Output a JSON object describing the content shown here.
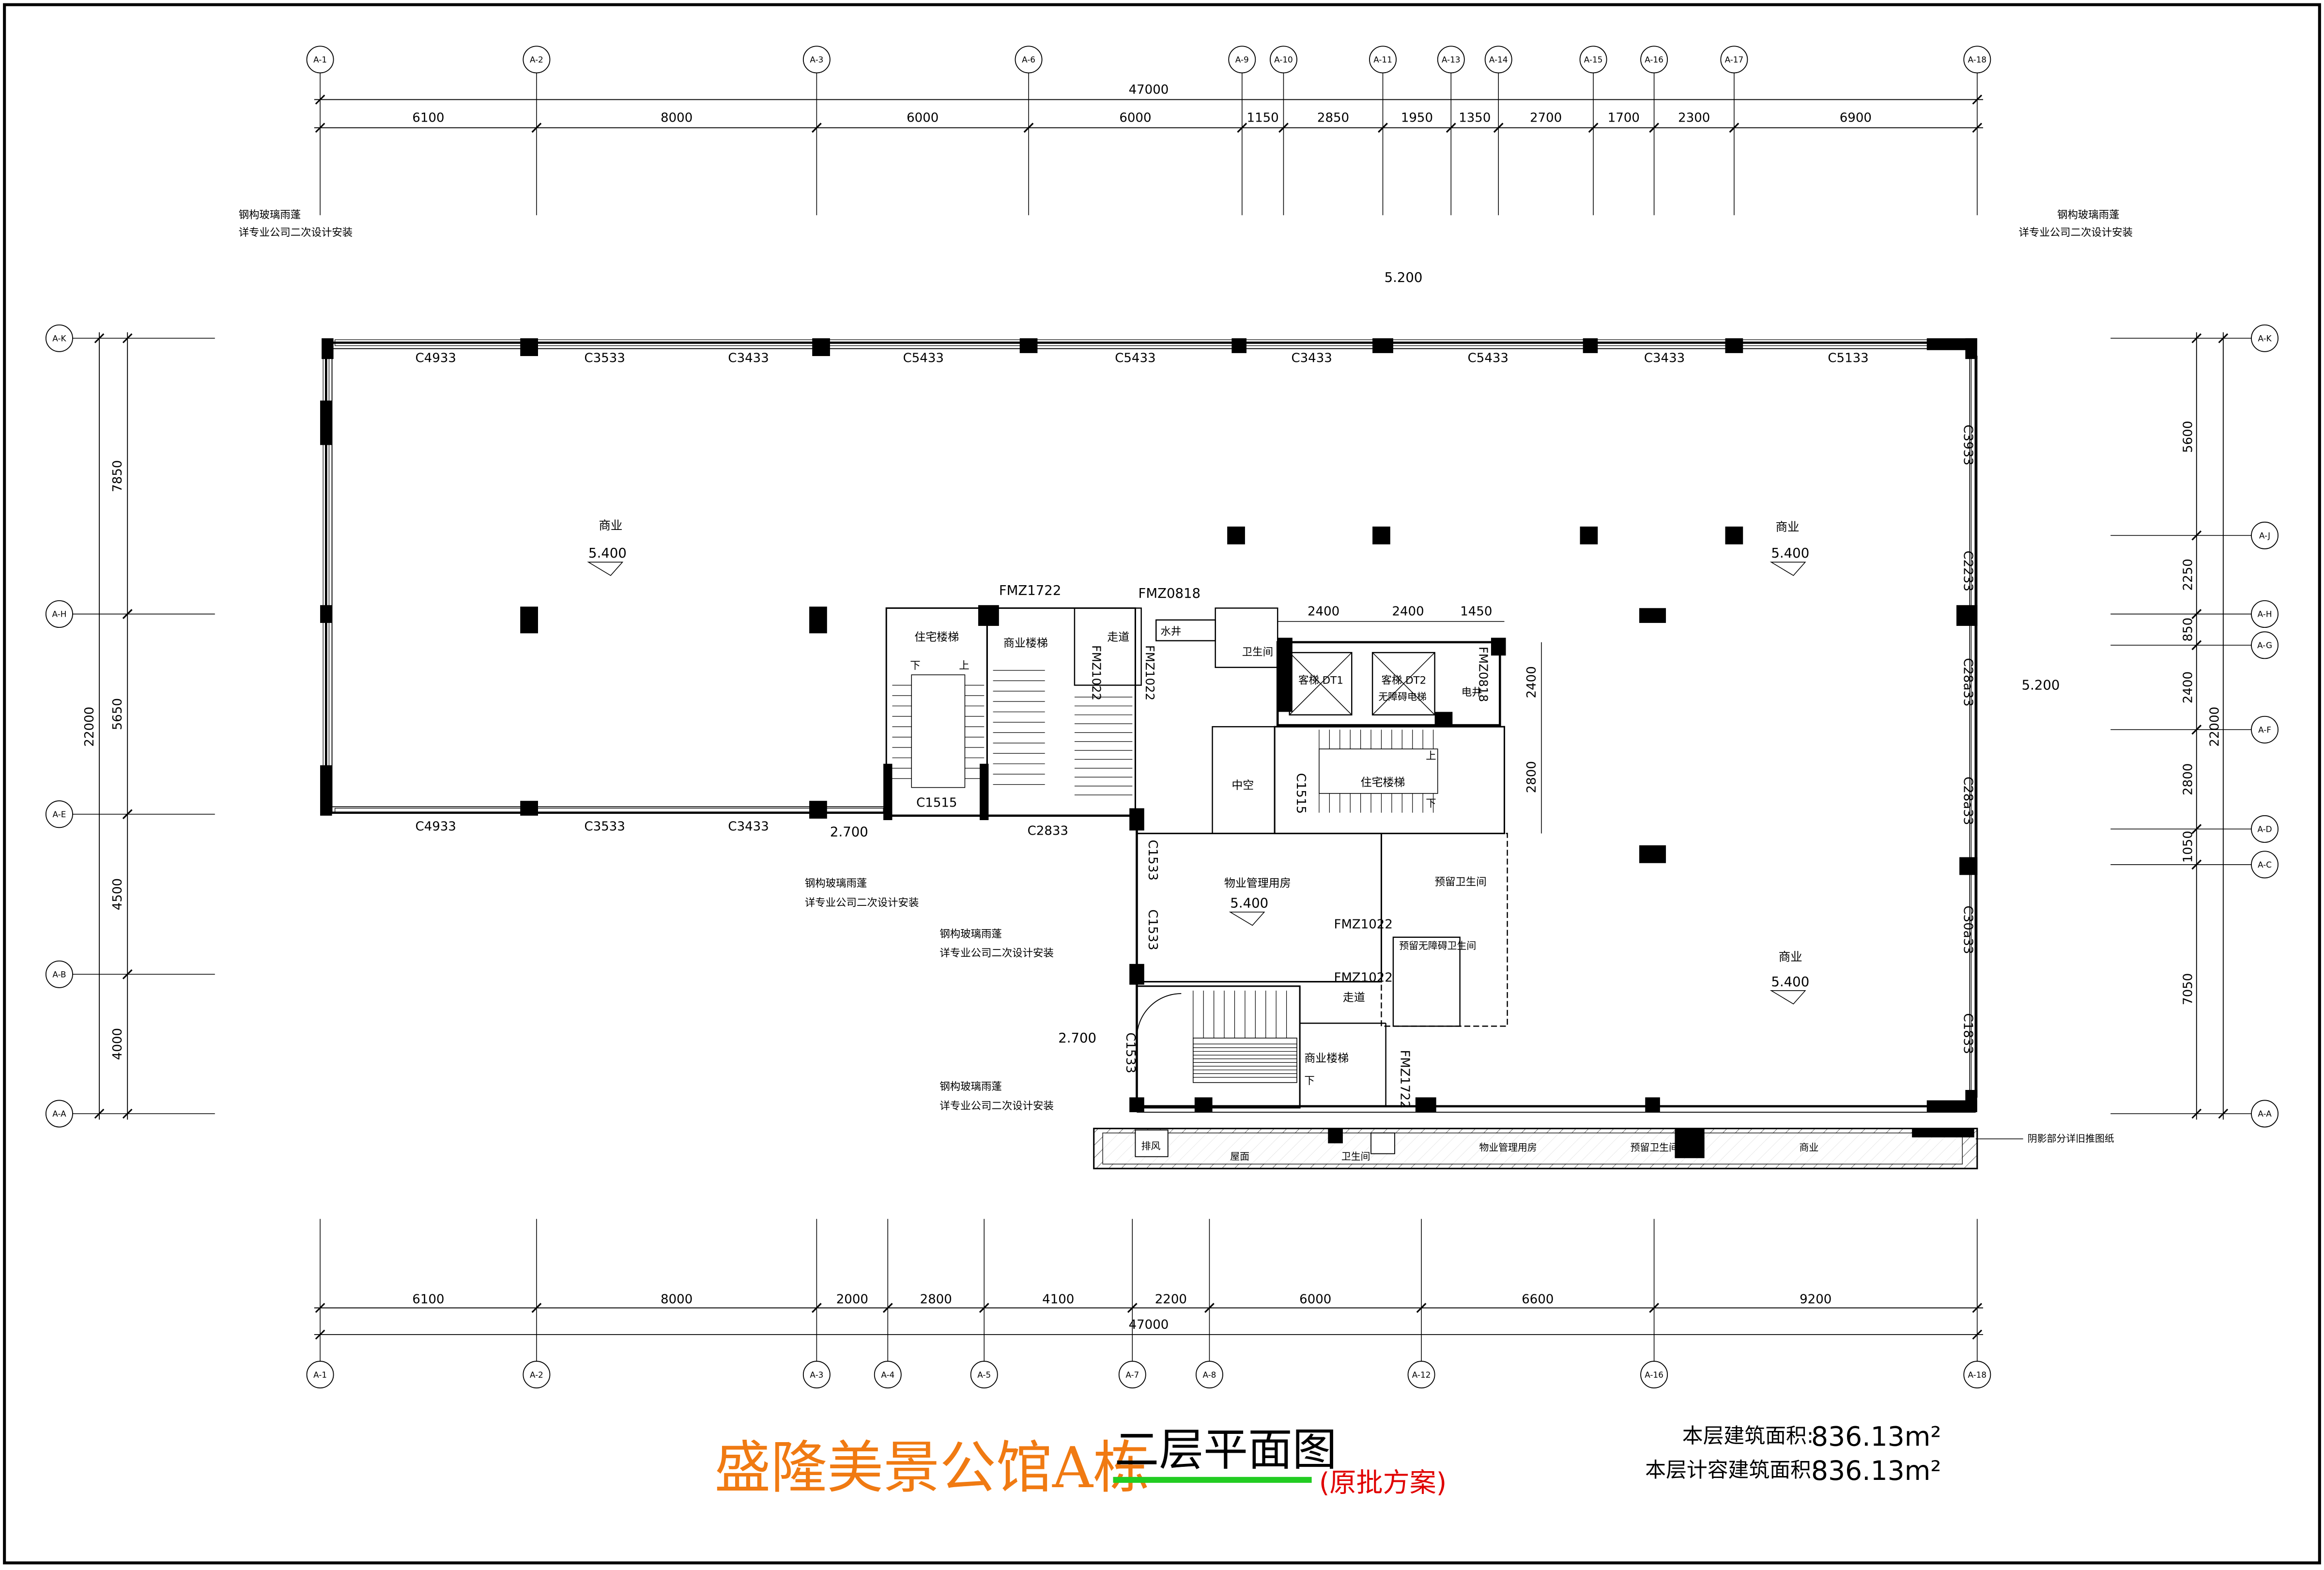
{
  "title": {
    "main": "盛隆美景公馆A栋",
    "floor": "二层平面图",
    "note": "(原批方案)",
    "main_color": "#F07A12",
    "note_color": "#E00000",
    "underline_color": "#22CC22"
  },
  "area": {
    "building_label": "本层建筑面积:",
    "building_value": "836.13m²",
    "capacity_label": "本层计容建筑面积:",
    "capacity_value": "836.13m²"
  },
  "axes": {
    "top": [
      "A-1",
      "A-2",
      "A-3",
      "A-6",
      "A-9",
      "A-10",
      "A-11",
      "A-13",
      "A-14",
      "A-15",
      "A-16",
      "A-17",
      "A-18"
    ],
    "bottom": [
      "A-1",
      "A-2",
      "A-3",
      "A-4",
      "A-5",
      "A-7",
      "A-8",
      "A-12",
      "A-16",
      "A-18"
    ],
    "left": [
      "A-K",
      "A-H",
      "A-E",
      "A-B",
      "A-A"
    ],
    "right": [
      "A-K",
      "A-J",
      "A-H",
      "A-G",
      "A-F",
      "A-D",
      "A-C",
      "A-A"
    ]
  },
  "dims": {
    "top_total": "47000",
    "top": [
      "6100",
      "8000",
      "6000",
      "6000",
      "1150",
      "2850",
      "1950",
      "1350",
      "2700",
      "1700",
      "2300",
      "6900"
    ],
    "bottom_total": "47000",
    "bottom": [
      "6100",
      "8000",
      "2000",
      "2800",
      "4100",
      "2200",
      "6000",
      "6600",
      "9200"
    ],
    "left_total": "22000",
    "left": [
      "7850",
      "5650",
      "4500",
      "4000"
    ],
    "right_total": "22000",
    "right": [
      "5600",
      "2250",
      "850",
      "2400",
      "2800",
      "1050",
      "7050"
    ]
  },
  "notes": {
    "canopy_line1": "钢构玻璃雨蓬",
    "canopy_line2": "详专业公司二次设计安装",
    "shadow_note": "阴影部分详旧推图纸"
  },
  "windows": {
    "top": [
      "C4933",
      "C3533",
      "C3433",
      "C5433",
      "C5433",
      "C3433",
      "C5433",
      "C3433",
      "C5133"
    ],
    "bottom_left": [
      "C4933",
      "C3533",
      "C3433"
    ],
    "right": [
      "C3933",
      "C2233",
      "C28a33",
      "C28a33",
      "C30a33",
      "C1833"
    ],
    "other": {
      "c1515a": "C1515",
      "c2833": "C2833",
      "c1533a": "C1533",
      "c1533b": "C1533",
      "c1515b": "C1515",
      "c1533c": "C1533"
    }
  },
  "doors": {
    "fmz1722a": "FMZ1722",
    "fmz0818a": "FMZ0818",
    "fmz1022a": "FMZ1022",
    "fmz1022b": "FMZ1022",
    "fmz0818b": "FMZ0818",
    "fmz1022c": "FMZ1022",
    "fmz1022d": "FMZ1022",
    "fmz1722b": "FMZ1722"
  },
  "rooms": {
    "commercial_nw": "商业",
    "commercial_ne": "商业",
    "commercial_se": "商业",
    "res_stair_w": "住宅楼梯",
    "com_stair_n": "商业楼梯",
    "corridor_n": "走道",
    "water_well": "水井",
    "toilet_n": "卫生间",
    "elevator1": "客梯 DT1",
    "elevator2": "客梯 DT2",
    "accessible_elev": "无障碍电梯",
    "elec_well": "电井",
    "atrium": "中空",
    "res_stair_e": "住宅楼梯",
    "property_room": "物业管理用房",
    "toilet_reserved": "预留卫生间",
    "accessible_toilet": "预留无障碍卫生间",
    "corridor_s": "走道",
    "com_stair_s": "商业楼梯",
    "up_1": "上",
    "down_1": "下",
    "up_2": "上",
    "down_2": "下",
    "down_3": "下"
  },
  "strip_rooms": {
    "s1": "排风",
    "s2": "屋面",
    "s3": "卫生间",
    "s4": "物业管理用房",
    "s5": "预留卫生间",
    "s6": "商业"
  },
  "elevations": {
    "top_outer": "5.200",
    "right_outer": "5.200",
    "nw": "5.400",
    "ne": "5.400",
    "property": "5.400",
    "se": "5.400",
    "terrace_a": "2.700",
    "terrace_b": "2.700"
  }
}
